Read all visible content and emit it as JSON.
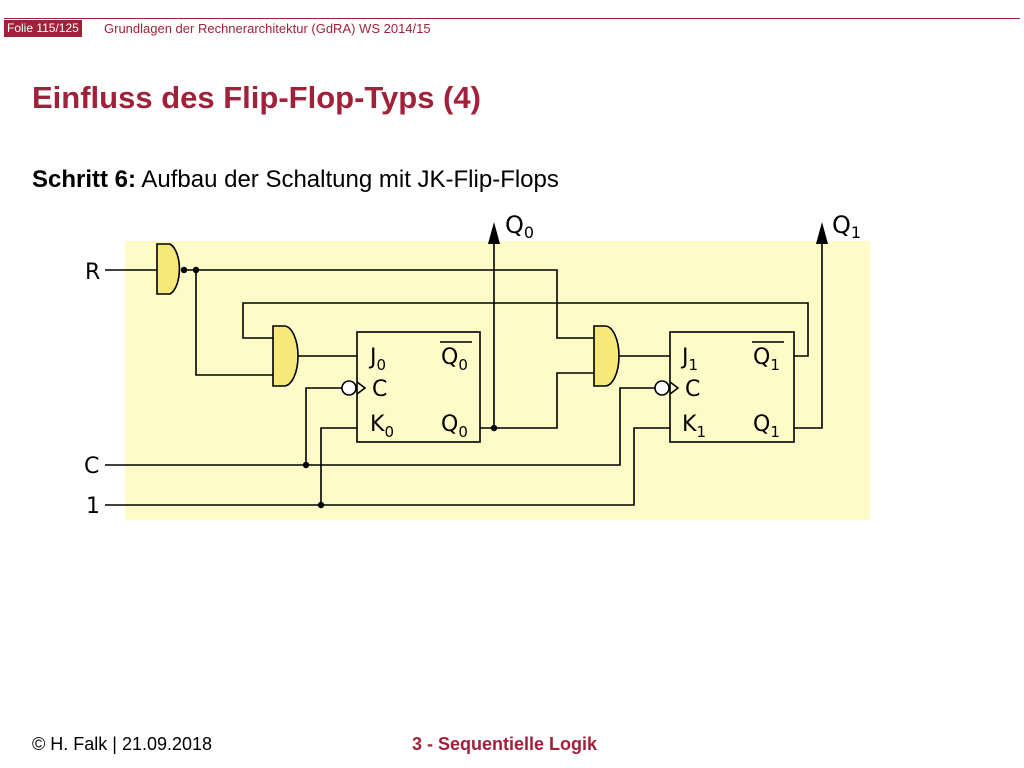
{
  "header": {
    "slide_number": "Folie 115/125",
    "course": "Grundlagen der Rechnerarchitektur (GdRA) WS 2014/15"
  },
  "slide": {
    "title": "Einfluss des Flip-Flop-Typs (4)",
    "step_label": "Schritt 6:",
    "step_text": " Aufbau der Schaltung mit JK-Flip-Flops"
  },
  "diagram": {
    "inputs": {
      "reset": "R",
      "clock": "C",
      "one": "1"
    },
    "outputs": {
      "q0": {
        "base": "Q",
        "sub": "0"
      },
      "q1": {
        "base": "Q",
        "sub": "1"
      }
    },
    "ff0": {
      "j": {
        "base": "J",
        "sub": "0"
      },
      "c": "C",
      "k": {
        "base": "K",
        "sub": "0"
      },
      "qbar": {
        "base": "Q",
        "sub": "0"
      },
      "q": {
        "base": "Q",
        "sub": "0"
      }
    },
    "ff1": {
      "j": {
        "base": "J",
        "sub": "1"
      },
      "c": "C",
      "k": {
        "base": "K",
        "sub": "1"
      },
      "qbar": {
        "base": "Q",
        "sub": "1"
      },
      "q": {
        "base": "Q",
        "sub": "1"
      }
    },
    "colors": {
      "background": "#fdfbc8",
      "gate_fill": "#f6e97a",
      "ff_fill": "#fdfbc8",
      "line": "#000000"
    }
  },
  "footer": {
    "author_date": "© H. Falk | 21.09.2018",
    "chapter": "3 - Sequentielle Logik"
  }
}
